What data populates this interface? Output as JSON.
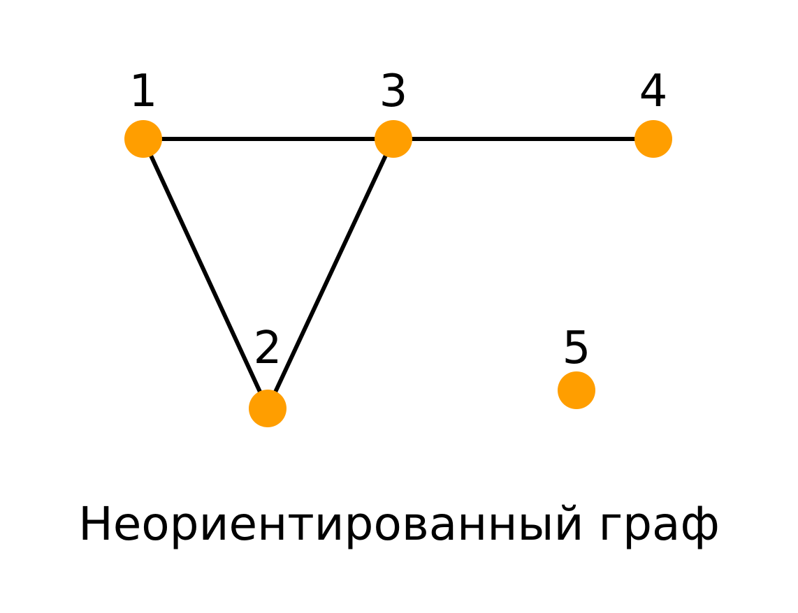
{
  "caption": "Неориентированный граф",
  "colors": {
    "node": "#FF9E00",
    "edge": "#000000",
    "text": "#000000",
    "background": "#FFFFFF"
  },
  "graph": {
    "nodes": [
      {
        "id": "1",
        "label": "1"
      },
      {
        "id": "2",
        "label": "2"
      },
      {
        "id": "3",
        "label": "3"
      },
      {
        "id": "4",
        "label": "4"
      },
      {
        "id": "5",
        "label": "5"
      }
    ],
    "edges": [
      {
        "from": "1",
        "to": "3"
      },
      {
        "from": "3",
        "to": "4"
      },
      {
        "from": "1",
        "to": "2"
      },
      {
        "from": "3",
        "to": "2"
      }
    ]
  }
}
